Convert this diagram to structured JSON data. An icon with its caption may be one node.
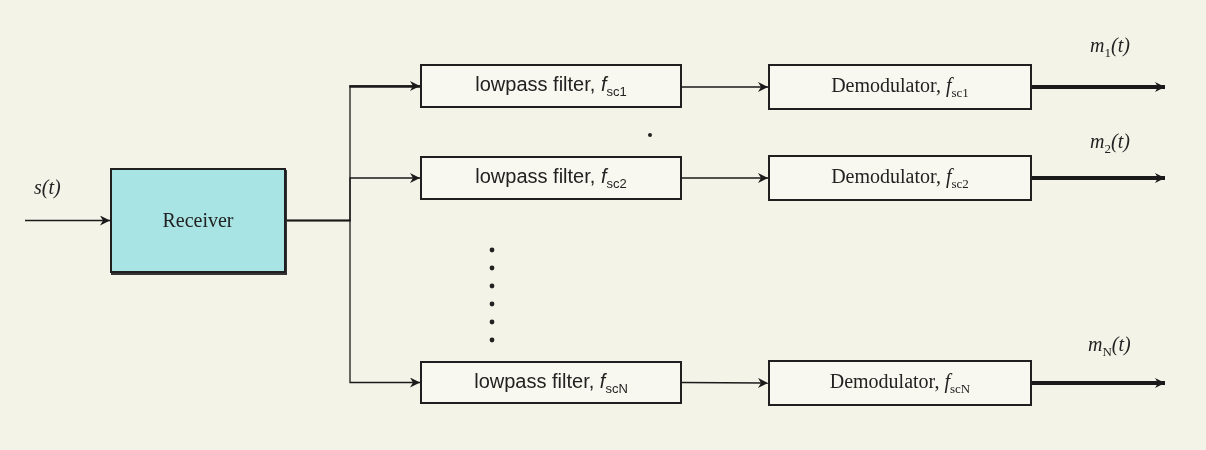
{
  "diagram": {
    "nodes": [
      {
        "text": [
          "Receiver"
        ]
      },
      {
        "text": [
          "lowpass filter, *f*$_{sc1}$"
        ]
      },
      {
        "text": [
          "Demodulator, *f*$_{sc1}$"
        ]
      },
      {
        "text": [
          "lowpass filter, *f*$_{sc2}$"
        ]
      },
      {
        "text": [
          "Demodulator, *f*$_{sc2}$"
        ]
      },
      {
        "text": [
          "lowpass filter, *f*$_{scN}$"
        ]
      },
      {
        "text": [
          "Demodulator, *f*$_{scN}$"
        ]
      }
    ],
    "edges": [
      {
        "from": null,
        "to": 0,
        "arrow": "to",
        "label": "*s*(*t*)"
      },
      {
        "from": 0,
        "to": 1,
        "arrow": "to"
      },
      {
        "from": 0,
        "to": 3,
        "arrow": "to"
      },
      {
        "from": 0,
        "to": 5,
        "arrow": "to"
      },
      {
        "from": 1,
        "to": 2,
        "arrow": "to"
      },
      {
        "from": 3,
        "to": 4,
        "arrow": "to"
      },
      {
        "from": 5,
        "to": 6,
        "arrow": "to"
      },
      {
        "from": 2,
        "to": null,
        "arrow": "to",
        "label": "*m*$_{1}$(*t*)",
        "style": "thick"
      },
      {
        "from": 4,
        "to": null,
        "arrow": "to",
        "label": "*m*$_{2}$(*t*)",
        "style": "thick"
      },
      {
        "from": 6,
        "to": null,
        "arrow": "to",
        "label": "*m*$_{N}$(*t*)",
        "style": "thick"
      }
    ]
  }
}
